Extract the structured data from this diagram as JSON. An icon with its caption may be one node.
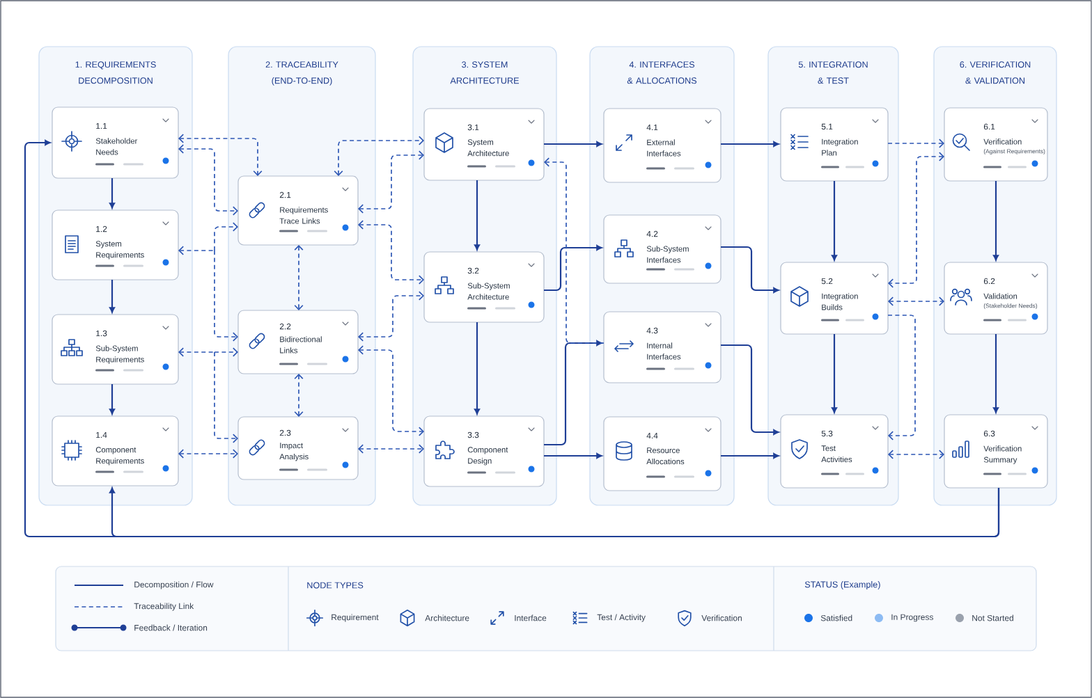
{
  "diagram": {
    "nodes": [
      {
        "text": [
          "1. REQUIREMENTS DECOMPOSITION"
        ]
      },
      {
        "text": [
          "1.1",
          "Stakeholder Needs"
        ],
        "in": 0
      },
      {
        "text": [
          "1.2",
          "System Requirements"
        ],
        "in": 0
      },
      {
        "text": [
          "1.3",
          "Sub-System Requirements"
        ],
        "in": 0
      },
      {
        "text": [
          "1.4",
          "Component Requirements"
        ],
        "in": 0
      },
      {
        "text": [
          "2. TRACEABILITY (END-TO-END)"
        ]
      },
      {
        "text": [
          "2.1",
          "Requirements Trace Links"
        ],
        "in": 5
      },
      {
        "text": [
          "2.2",
          "Bidirectional Links"
        ],
        "in": 5
      },
      {
        "text": [
          "2.3",
          "Impact Analysis"
        ],
        "in": 5
      },
      {
        "text": [
          "3. SYSTEM ARCHITECTURE"
        ]
      },
      {
        "text": [
          "3.1",
          "System Architecture"
        ],
        "in": 9
      },
      {
        "text": [
          "3.2",
          "Sub-System Architecture"
        ],
        "in": 9
      },
      {
        "text": [
          "3.3",
          "Component Design"
        ],
        "in": 9
      },
      {
        "text": [
          "4. INTERFACES & ALLOCATIONS"
        ]
      },
      {
        "text": [
          "4.1",
          "External Interfaces"
        ],
        "in": 13
      },
      {
        "text": [
          "4.2",
          "Sub-System Interfaces"
        ],
        "in": 13
      },
      {
        "text": [
          "4.3",
          "Internal Interfaces"
        ],
        "in": 13
      },
      {
        "text": [
          "4.4",
          "Resource Allocations"
        ],
        "in": 13
      },
      {
        "text": [
          "5. INTEGRATION & TEST"
        ]
      },
      {
        "text": [
          "5.1",
          "Integration Plan"
        ],
        "in": 18
      },
      {
        "text": [
          "5.2",
          "Integration Builds"
        ],
        "in": 18
      },
      {
        "text": [
          "5.3",
          "Test Activities"
        ],
        "in": 18
      },
      {
        "text": [
          "6. VERIFICATION & VALIDATION"
        ]
      },
      {
        "text": [
          "6.1",
          "Verification",
          "(Against Requirements)"
        ],
        "in": 22
      },
      {
        "text": [
          "6.2",
          "Validation",
          "(Stakeholder Needs)"
        ],
        "in": 22
      },
      {
        "text": [
          "6.3",
          "Verification Summary"
        ],
        "in": 22
      }
    ],
    "edges": [
      {
        "from": 1,
        "to": 2,
        "arrow": "to"
      },
      {
        "from": 2,
        "to": 3,
        "arrow": "to"
      },
      {
        "from": 3,
        "to": 4,
        "arrow": "to"
      },
      {
        "from": 10,
        "to": 11,
        "arrow": "to"
      },
      {
        "from": 11,
        "to": 12,
        "arrow": "to"
      },
      {
        "from": 10,
        "to": 14,
        "arrow": "to"
      },
      {
        "from": 11,
        "to": 15,
        "arrow": "to"
      },
      {
        "from": 12,
        "to": 16,
        "arrow": "to"
      },
      {
        "from": 12,
        "to": 17,
        "arrow": "to"
      },
      {
        "from": 14,
        "to": 19,
        "arrow": "to"
      },
      {
        "from": 15,
        "to": 20,
        "arrow": "to"
      },
      {
        "from": 16,
        "to": 21,
        "arrow": "to"
      },
      {
        "from": 17,
        "to": 21,
        "arrow": "to"
      },
      {
        "from": 19,
        "to": 20,
        "arrow": "to"
      },
      {
        "from": 20,
        "to": 21,
        "arrow": "to"
      },
      {
        "from": 23,
        "to": 24,
        "arrow": "to"
      },
      {
        "from": 24,
        "to": 25,
        "arrow": "to"
      },
      {
        "from": 25,
        "to": 1,
        "arrow": "to"
      },
      {
        "from": 25,
        "to": 4,
        "arrow": "to"
      },
      {
        "from": 1,
        "to": 6,
        "arrow": "both",
        "style": "dashed"
      },
      {
        "from": 1,
        "to": 6,
        "arrow": "both",
        "style": "dashed"
      },
      {
        "from": 2,
        "to": 6,
        "arrow": "both",
        "style": "dashed"
      },
      {
        "from": 2,
        "to": 7,
        "arrow": "both",
        "style": "dashed"
      },
      {
        "from": 3,
        "to": 7,
        "arrow": "both",
        "style": "dashed"
      },
      {
        "from": 3,
        "to": 8,
        "arrow": "both",
        "style": "dashed"
      },
      {
        "from": 4,
        "to": 8,
        "arrow": "both",
        "style": "dashed"
      },
      {
        "from": 6,
        "to": 7,
        "arrow": "both",
        "style": "dashed"
      },
      {
        "from": 7,
        "to": 8,
        "arrow": "both",
        "style": "dashed"
      },
      {
        "from": 6,
        "to": 10,
        "arrow": "both",
        "style": "dashed"
      },
      {
        "from": 6,
        "to": 10,
        "arrow": "both",
        "style": "dashed"
      },
      {
        "from": 6,
        "to": 11,
        "arrow": "both",
        "style": "dashed"
      },
      {
        "from": 7,
        "to": 11,
        "arrow": "both",
        "style": "dashed"
      },
      {
        "from": 7,
        "to": 12,
        "arrow": "both",
        "style": "dashed"
      },
      {
        "from": 8,
        "to": 12,
        "arrow": "both",
        "style": "dashed"
      },
      {
        "from": 16,
        "to": 10,
        "arrow": "to",
        "style": "dashed"
      },
      {
        "from": 19,
        "to": 23,
        "arrow": "to",
        "style": "dashed"
      },
      {
        "from": 23,
        "to": 20,
        "arrow": "both",
        "style": "dashed"
      },
      {
        "from": 20,
        "to": 24,
        "arrow": "both",
        "style": "dashed"
      },
      {
        "from": 20,
        "to": 21,
        "arrow": "to",
        "style": "dashed"
      },
      {
        "from": 21,
        "to": 25,
        "arrow": "both",
        "style": "dashed"
      }
    ],
    "labels": [
      "NODE TYPES",
      "STATUS (Example)"
    ],
    "legend": [
      {
        "text": "Decomposition / Flow"
      },
      {
        "text": "Traceability Link"
      },
      {
        "text": "Feedback / Iteration"
      },
      {
        "text": "Requirement"
      },
      {
        "text": "Architecture"
      },
      {
        "text": "Interface"
      },
      {
        "text": "Test / Activity"
      },
      {
        "text": "Verification"
      },
      {
        "text": "Satisfied",
        "color": "#1a73e8"
      },
      {
        "text": "In Progress",
        "color": "#8dbbf3"
      },
      {
        "text": "Not Started",
        "color": "#9aa1ad"
      }
    ]
  }
}
